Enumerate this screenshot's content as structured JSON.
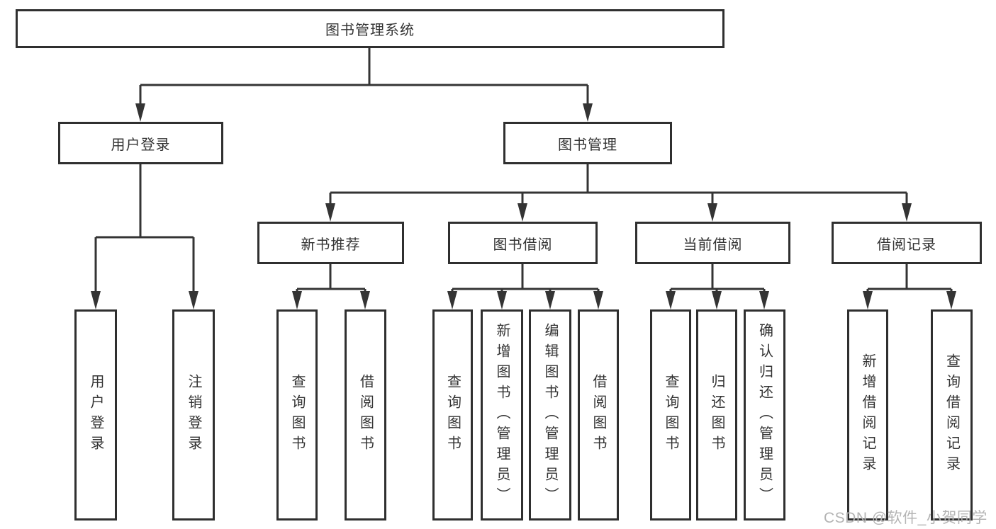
{
  "diagram": {
    "tree": {
      "label": "图书管理系统",
      "children": [
        {
          "label": "用户登录",
          "children": [
            {
              "label": "用户登录"
            },
            {
              "label": "注销登录"
            }
          ]
        },
        {
          "label": "图书管理",
          "children": [
            {
              "label": "新书推荐",
              "children": [
                {
                  "label": "查询图书"
                },
                {
                  "label": "借阅图书"
                }
              ]
            },
            {
              "label": "图书借阅",
              "children": [
                {
                  "label": "查询图书"
                },
                {
                  "label": "新增图书（管理员）"
                },
                {
                  "label": "编辑图书（管理员）"
                },
                {
                  "label": "借阅图书"
                }
              ]
            },
            {
              "label": "当前借阅",
              "children": [
                {
                  "label": "查询图书"
                },
                {
                  "label": "归还图书"
                },
                {
                  "label": "确认归还（管理员）"
                }
              ]
            },
            {
              "label": "借阅记录",
              "children": [
                {
                  "label": "新增借阅记录"
                },
                {
                  "label": "查询借阅记录"
                }
              ]
            }
          ]
        }
      ]
    },
    "colors": {
      "line": "#343434",
      "box_border": "#2f2f2f",
      "box_background": "#ffffff",
      "text": "#333333"
    }
  },
  "watermark": {
    "text": "CSDN @软件_小贺同学",
    "color": "#b4b4b4"
  }
}
